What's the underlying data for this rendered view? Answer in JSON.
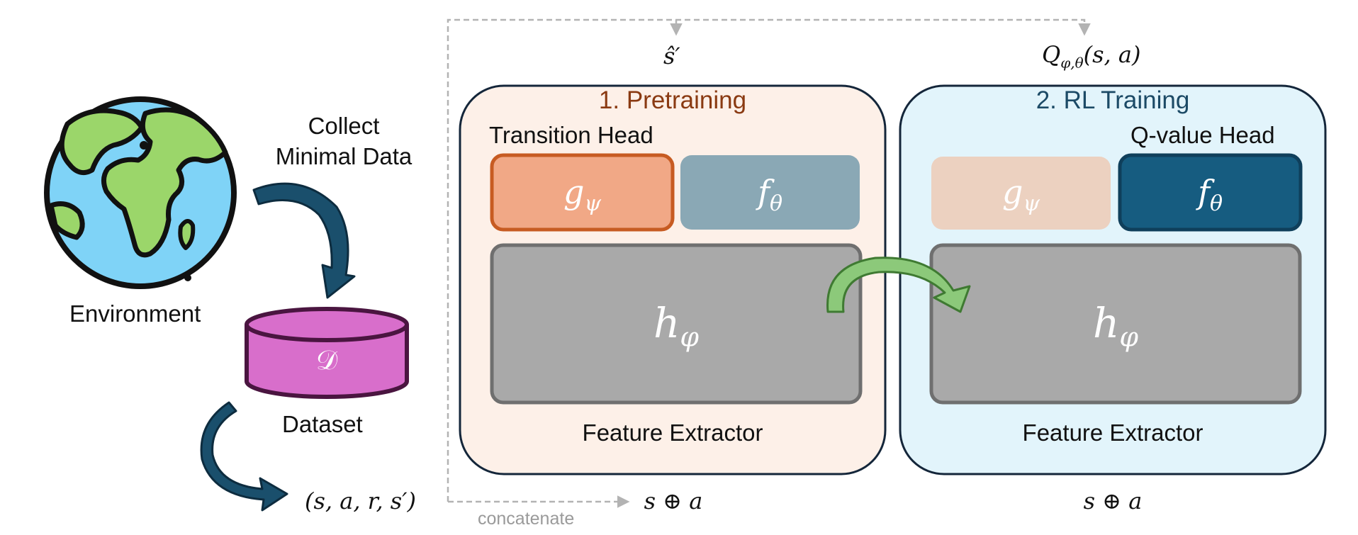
{
  "environment": {
    "label": "Environment",
    "icon": "globe-icon",
    "colors": {
      "ocean": "#7fd3f7",
      "land": "#9bd66a",
      "outline": "#111111"
    }
  },
  "collect_step": {
    "label_line1": "Collect",
    "label_line2": "Minimal Data"
  },
  "dataset": {
    "label": "Dataset",
    "symbol": "𝒟",
    "colors": {
      "fill": "#d86ecb",
      "outline": "#4a1540"
    }
  },
  "tuple": "(s, a, r, s′)",
  "concatenate_label": "concatenate",
  "pretraining": {
    "title": "1. Pretraining",
    "head_label": "Transition Head",
    "transition_head_symbol": "g",
    "transition_head_sub": "ψ",
    "q_head_symbol": "f",
    "q_head_sub": "θ",
    "extractor_symbol": "h",
    "extractor_sub": "φ",
    "extractor_label": "Feature Extractor",
    "input_label": "s ⊕ a",
    "output_label": "ŝ′",
    "colors": {
      "panel": "#fdf0e8",
      "title": "#8a3a12",
      "g_fill": "#f1a886",
      "g_border": "#c75b22",
      "f_fill": "#8aa8b5"
    }
  },
  "rl_training": {
    "title": "2. RL Training",
    "head_label": "Q-value Head",
    "transition_head_symbol": "g",
    "transition_head_sub": "ψ",
    "q_head_symbol": "f",
    "q_head_sub": "θ",
    "extractor_symbol": "h",
    "extractor_sub": "φ",
    "extractor_label": "Feature Extractor",
    "input_label": "s ⊕ a",
    "output_label": "Q",
    "output_sub": "φ,θ",
    "output_args": "(s, a)",
    "colors": {
      "panel": "#e2f4fb",
      "title": "#1c4a66",
      "g_fill": "#ecd1c0",
      "f_fill": "#165c80",
      "f_border": "#0f3f5b"
    }
  },
  "colors": {
    "panel_border": "#14263a",
    "extractor_fill": "#a9a9a9",
    "extractor_border": "#6f6f6f",
    "transfer_arrow": "#8cc97a",
    "flow_arrow": "#1a4f6c",
    "dashed_line": "#b3b3b3"
  }
}
